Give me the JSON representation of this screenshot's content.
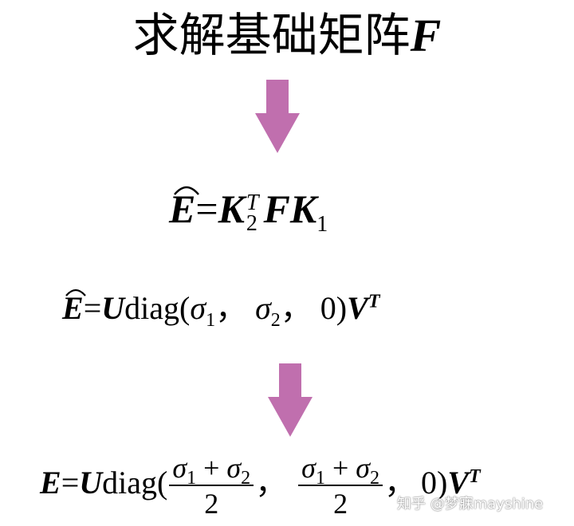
{
  "title": {
    "cjk": "求解基础矩阵",
    "symbol": "F"
  },
  "equation1": {
    "lhs": "E",
    "eq": "=",
    "k2": "K",
    "k2_sup": "T",
    "k2_sub": "2",
    "f": "F",
    "k1": "K",
    "k1_sub": "1"
  },
  "equation2": {
    "lhs": "E",
    "eq": "=",
    "u": "U",
    "diag": "diag(",
    "s1": "σ",
    "s1_sub": "1",
    "comma1": "，",
    "s2": "σ",
    "s2_sub": "2",
    "comma2": "，",
    "zero": "0)",
    "v": "V",
    "v_sup": "T"
  },
  "equation3": {
    "lhs": "E",
    "eq": "=",
    "u": "U",
    "diag": "diag(",
    "frac_num_s1": "σ",
    "frac_num_s1_sub": "1",
    "frac_plus": " + ",
    "frac_num_s2": "σ",
    "frac_num_s2_sub": "2",
    "frac_den": "2",
    "comma1": "，",
    "comma2": "，",
    "zero": "0)",
    "v": "V",
    "v_sup": "T"
  },
  "watermark": "知乎 @梦寐mayshine",
  "colors": {
    "arrow": "#c06fae",
    "text": "#000000",
    "background": "#ffffff"
  }
}
